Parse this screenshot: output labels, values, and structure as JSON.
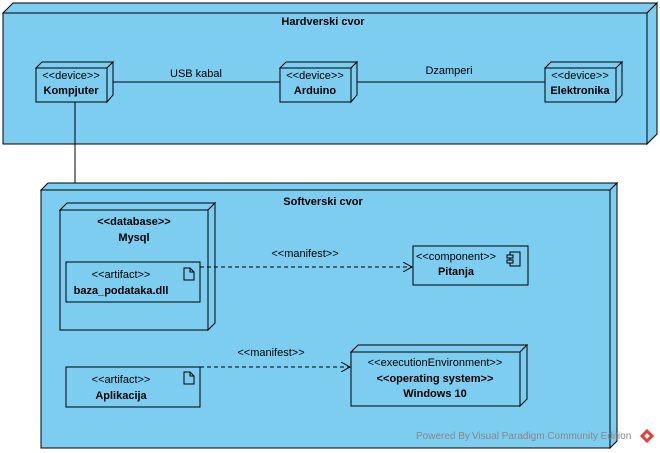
{
  "hardware_node": {
    "title": "Hardverski cvor",
    "devices": [
      {
        "stereotype": "<<device>>",
        "name": "Kompjuter"
      },
      {
        "stereotype": "<<device>>",
        "name": "Arduino"
      },
      {
        "stereotype": "<<device>>",
        "name": "Elektronika"
      }
    ],
    "links": [
      {
        "label": "USB kabal"
      },
      {
        "label": "Dzamperi"
      }
    ]
  },
  "software_node": {
    "title": "Softverski cvor",
    "database": {
      "stereotype": "<<database>>",
      "name": "Mysql",
      "artifact": {
        "stereotype": "<<artifact>>",
        "name": "baza_podataka.dll"
      }
    },
    "component": {
      "stereotype": "<<component>>",
      "name": "Pitanja"
    },
    "app_artifact": {
      "stereotype": "<<artifact>>",
      "name": "Aplikacija"
    },
    "exec_env": {
      "stereotype": "<<executionEnvironment>>",
      "stereotype2": "<<operating system>>",
      "name": "Windows 10"
    },
    "manifests": [
      {
        "label": "<<manifest>>"
      },
      {
        "label": "<<manifest>>"
      }
    ]
  },
  "watermark": "Powered By Visual Paradigm Community Edition",
  "colors": {
    "node_fill": "#7dcdf1",
    "inner_fill": "#7dcdf1",
    "stroke": "#000000",
    "watermark_logo": "#e0403d"
  }
}
